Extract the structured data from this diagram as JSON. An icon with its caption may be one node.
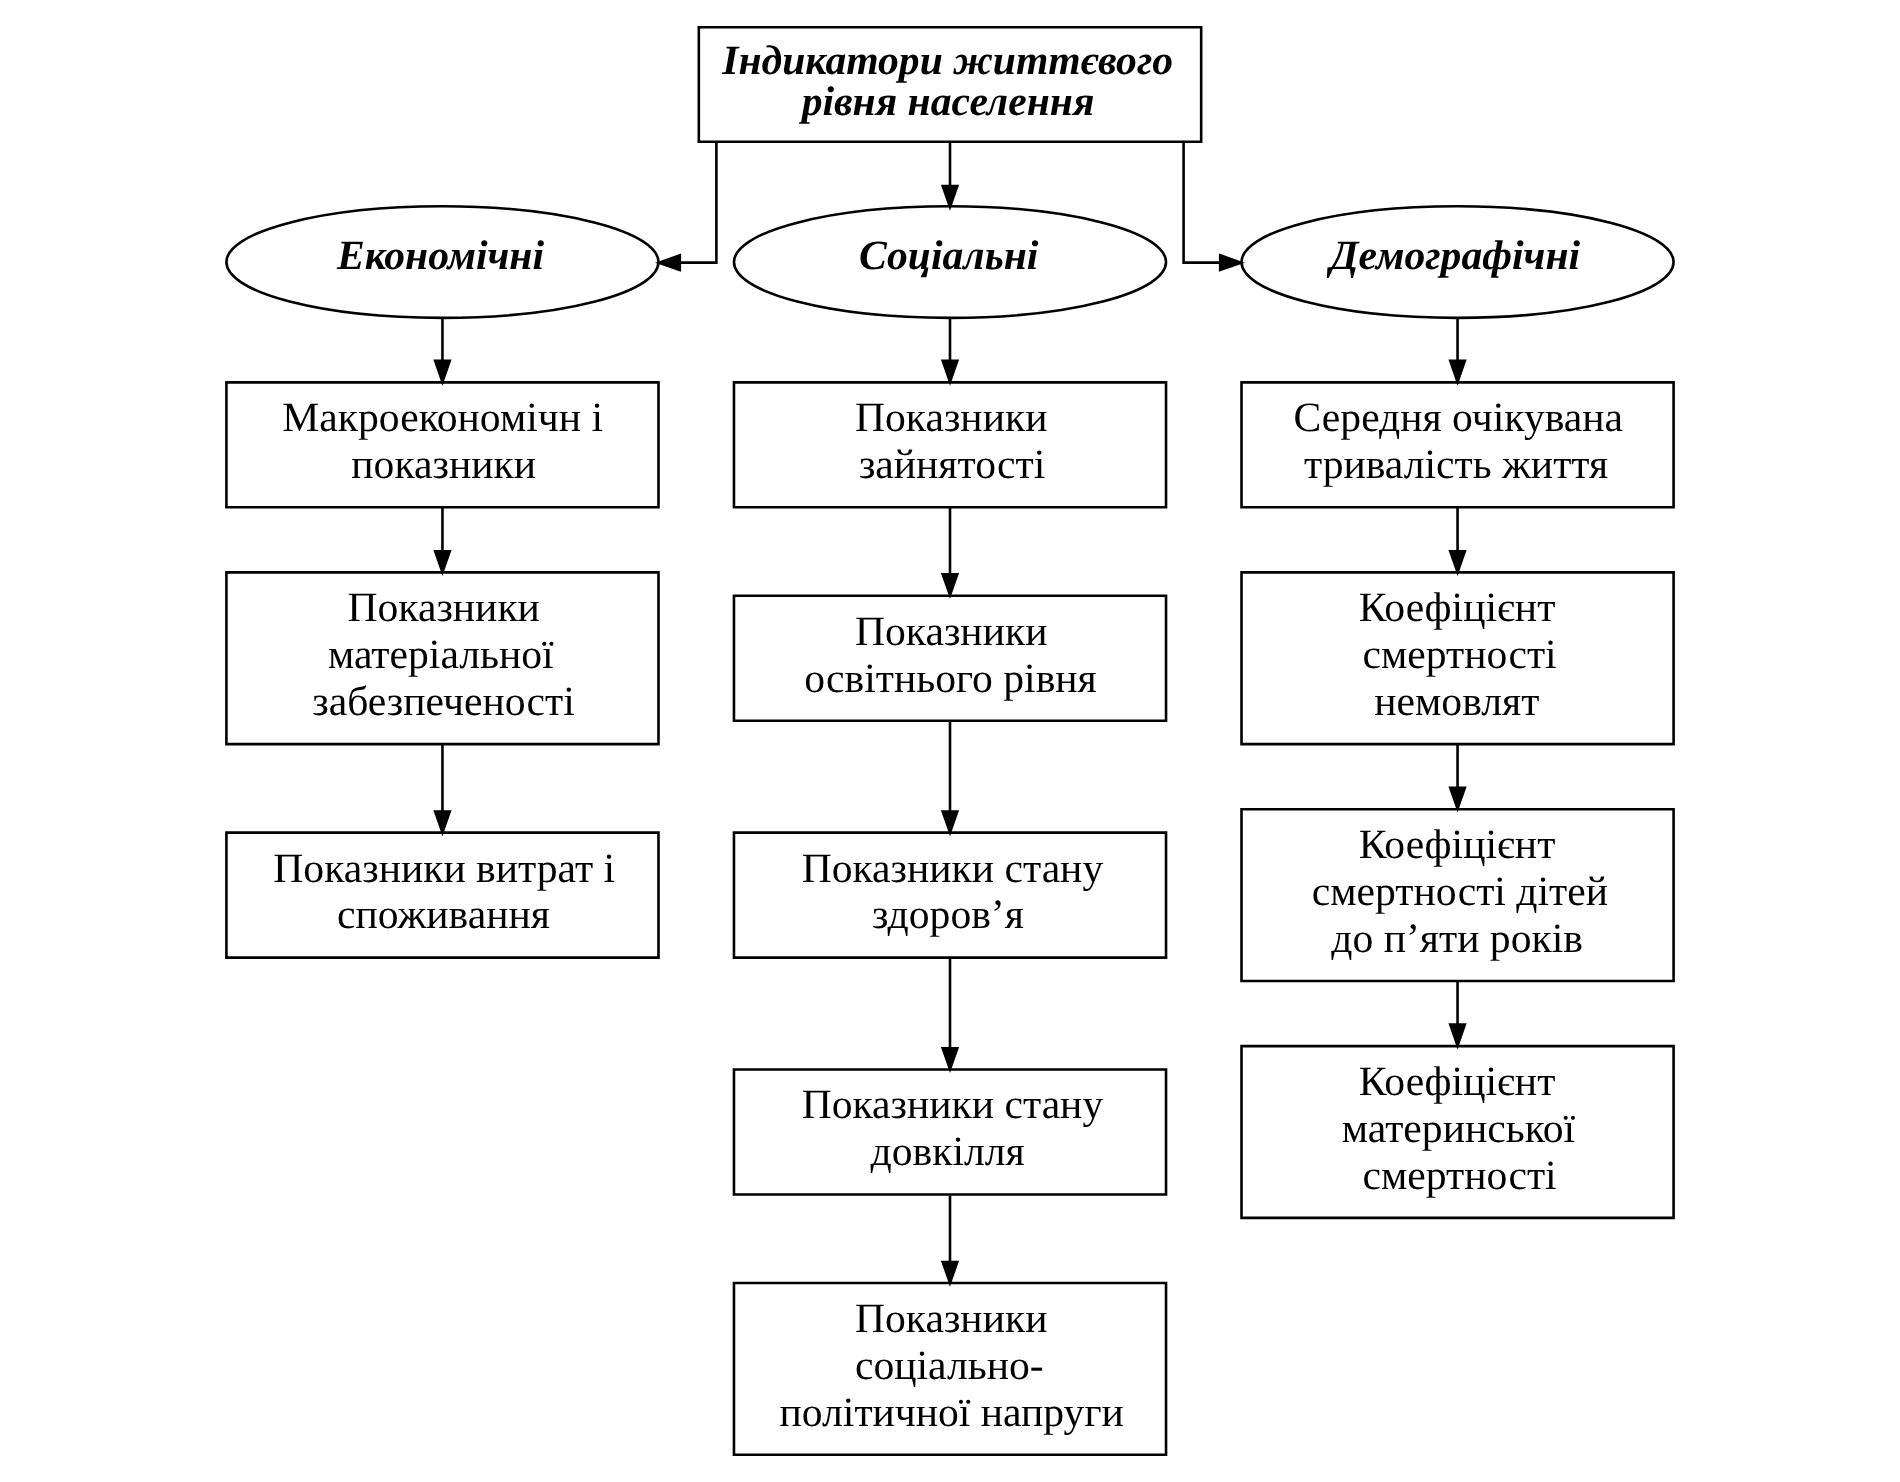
{
  "diagram": {
    "nodes": [
      {
        "text": [
          "Індикатори життєвого рівня населення"
        ]
      },
      {
        "text": [
          "Економічні"
        ]
      },
      {
        "text": [
          "Соціальні"
        ]
      },
      {
        "text": [
          "Демографічні"
        ]
      },
      {
        "text": [
          "Макроекономічн і показники"
        ]
      },
      {
        "text": [
          "Показники матеріальної забезпеченості"
        ]
      },
      {
        "text": [
          "Показники витрат і споживання"
        ]
      },
      {
        "text": [
          "Показники зайнятості"
        ]
      },
      {
        "text": [
          "Показники освітнього рівня"
        ]
      },
      {
        "text": [
          "Показники стану здоров’я"
        ]
      },
      {
        "text": [
          "Показники стану довкілля"
        ]
      },
      {
        "text": [
          "Показники соціально-політичної напруги"
        ]
      },
      {
        "text": [
          "Середня очікувана тривалість життя"
        ]
      },
      {
        "text": [
          "Коефіцієнт смертності немовлят"
        ]
      },
      {
        "text": [
          "Коефіцієнт смертності дітей до п’яти років"
        ]
      },
      {
        "text": [
          "Коефіцієнт материнської смертності"
        ]
      }
    ],
    "edges": [
      {
        "from": 0,
        "to": 1,
        "arrow": "to"
      },
      {
        "from": 0,
        "to": 2,
        "arrow": "to"
      },
      {
        "from": 0,
        "to": 3,
        "arrow": "to"
      },
      {
        "from": 1,
        "to": 4,
        "arrow": "to"
      },
      {
        "from": 4,
        "to": 5,
        "arrow": "to"
      },
      {
        "from": 5,
        "to": 6,
        "arrow": "to"
      },
      {
        "from": 2,
        "to": 7,
        "arrow": "to"
      },
      {
        "from": 7,
        "to": 8,
        "arrow": "to"
      },
      {
        "from": 8,
        "to": 9,
        "arrow": "to"
      },
      {
        "from": 9,
        "to": 10,
        "arrow": "to"
      },
      {
        "from": 10,
        "to": 11,
        "arrow": "to"
      },
      {
        "from": 3,
        "to": 12,
        "arrow": "to"
      },
      {
        "from": 12,
        "to": 13,
        "arrow": "to"
      },
      {
        "from": 13,
        "to": 14,
        "arrow": "to"
      },
      {
        "from": 14,
        "to": 15,
        "arrow": "to"
      }
    ]
  }
}
